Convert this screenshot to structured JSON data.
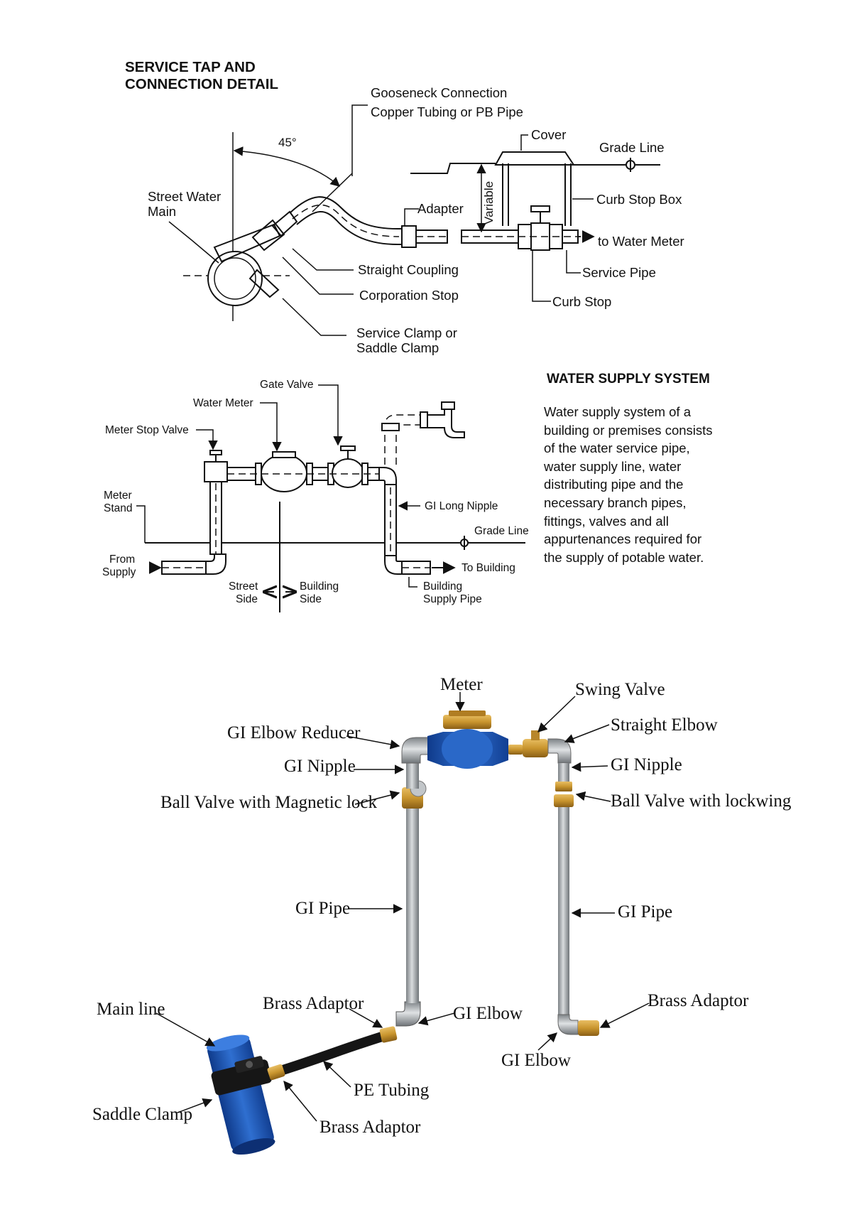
{
  "service_tap": {
    "title_line1": "SERVICE TAP AND",
    "title_line2": "CONNECTION DETAIL",
    "angle": "45°",
    "labels": {
      "gooseneck_line1": "Gooseneck Connection",
      "gooseneck_line2": "Copper Tubing or PB Pipe",
      "cover": "Cover",
      "grade_line": "Grade Line",
      "street_water_main_line1": "Street Water",
      "street_water_main_line2": "Main",
      "adapter": "Adapter",
      "variable": "Variable",
      "curb_stop_box": "Curb Stop Box",
      "to_water_meter": "to Water Meter",
      "straight_coupling": "Straight Coupling",
      "service_pipe": "Service Pipe",
      "corporation_stop": "Corporation Stop",
      "curb_stop": "Curb Stop",
      "service_clamp_line1": "Service Clamp or",
      "service_clamp_line2": "Saddle Clamp"
    }
  },
  "meter_stand": {
    "labels": {
      "gate_valve": "Gate Valve",
      "water_meter": "Water Meter",
      "meter_stop_valve": "Meter Stop Valve",
      "meter_stand_line1": "Meter",
      "meter_stand_line2": "Stand",
      "gi_long_nipple": "GI Long Nipple",
      "grade_line": "Grade Line",
      "from_supply_line1": "From",
      "from_supply_line2": "Supply",
      "to_building": "To Building",
      "street_side_line1": "Street",
      "street_side_line2": "Side",
      "building_side_line1": "Building",
      "building_side_line2": "Side",
      "building_supply_line1": "Building",
      "building_supply_line2": "Supply Pipe"
    }
  },
  "water_supply_system": {
    "heading": "WATER SUPPLY SYSTEM",
    "paragraph": "Water supply system of a building or premises consists of the water service pipe, water supply line, water distributing pipe and the necessary branch pipes, fittings, valves and all appurtenances required for the supply of potable water."
  },
  "photo": {
    "labels": {
      "meter": "Meter",
      "swing_valve": "Swing Valve",
      "gi_elbow_reducer": "GI Elbow Reducer",
      "straight_elbow": "Straight Elbow",
      "gi_nipple_left": "GI Nipple",
      "gi_nipple_right": "GI Nipple",
      "ball_valve_magnetic": "Ball Valve with Magnetic lock",
      "ball_valve_lockwing": "Ball Valve with lockwing",
      "gi_pipe_left": "GI Pipe",
      "gi_pipe_right": "GI Pipe",
      "main_line": "Main line",
      "brass_adaptor_top": "Brass Adaptor",
      "gi_elbow_left": "GI Elbow",
      "brass_adaptor_right": "Brass Adaptor",
      "gi_elbow_right": "GI Elbow",
      "pe_tubing": "PE Tubing",
      "saddle_clamp": "Saddle Clamp",
      "brass_adaptor_bottom": "Brass Adaptor"
    },
    "colors": {
      "meter_body": "#1f5fb4",
      "brass": "#c9952e",
      "gi_steel": "#a9adb0",
      "main_line_pipe": "#1e4fb0",
      "pe_tubing": "#151515"
    }
  }
}
